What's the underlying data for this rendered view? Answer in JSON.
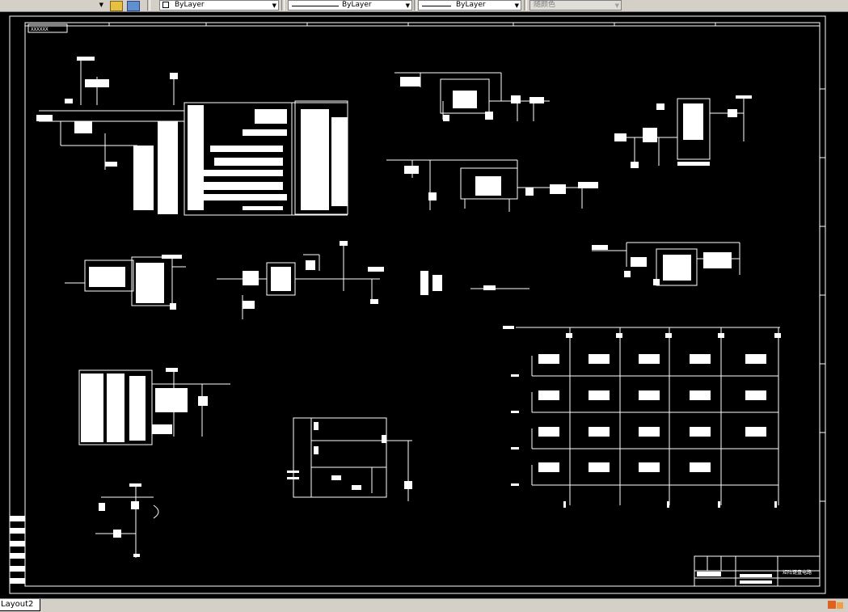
{
  "toolbar": {
    "layer_control_value": "ByLayer",
    "linetype_value": "ByLayer",
    "lineweight_value": "ByLayer",
    "plotstyle_value": "随颜色"
  },
  "drawing": {
    "title_tag": "XXXXXX",
    "title_block_text": "矩阵键盘电路"
  },
  "tabs": {
    "active": "Layout2"
  },
  "colors": {
    "canvas": "#000000",
    "ink": "#ffffff",
    "chrome": "#d4d0c8"
  }
}
